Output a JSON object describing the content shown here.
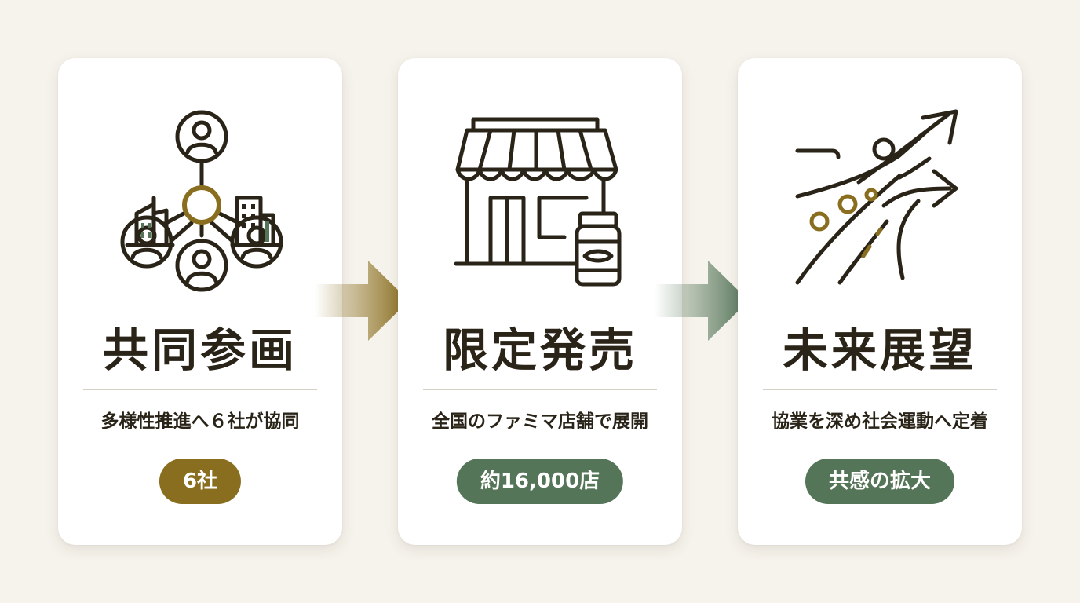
{
  "colors": {
    "background": "#f6f3ec",
    "card": "#ffffff",
    "text": "#2a2418",
    "gold": "#8a6e1f",
    "green": "#557559"
  },
  "steps": [
    {
      "icon": "network-people-buildings-icon",
      "title": "共同参画",
      "description": "多様性推進へ６社が協同",
      "badge": "6社",
      "badge_color": "#8a6e1f"
    },
    {
      "icon": "store-with-bottle-icon",
      "title": "限定発売",
      "description": "全国のファミマ店舗で展開",
      "badge": "約16,000店",
      "badge_color": "#557559"
    },
    {
      "icon": "rising-arrows-road-icon",
      "title": "未来展望",
      "description": "協業を深め社会運動へ定着",
      "badge": "共感の拡大",
      "badge_color": "#557559"
    }
  ],
  "arrows": [
    {
      "icon": "right-arrow-icon",
      "color": "#8a6e1f"
    },
    {
      "icon": "right-arrow-icon",
      "color": "#557559"
    }
  ]
}
